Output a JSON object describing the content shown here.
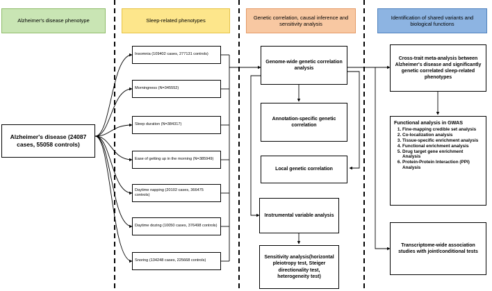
{
  "headers": {
    "col1": "Alzheimer's disease phenotype",
    "col2": "Sleep-related phenotypes",
    "col3": "Genetic correlation, causal inference and sensitivity analysis",
    "col4": "Identification of shared variants and biological functions"
  },
  "ad_box": "Alzheimer's disease (24087 cases, 55058 controls)",
  "phenotypes": [
    "Insomnia (109402 cases, 277131 controls)",
    "Morningness (N=345552)",
    "Sleep duration (N=384317)",
    "Ease of getting up in the morning (N=385949)",
    "Daytime napping (20102 cases, 366475 controls)",
    "Daytime dozing (10050 cases, 376498 controls)",
    "Snoring (134248 cases, 225668 controls)"
  ],
  "analysis": {
    "gwgc": "Genome-wide genetic correlation analysis",
    "annot": "Annotation-specific genetic correlation",
    "local": "Local genetic correlation",
    "iv": "Instrumental variable analysis",
    "sens": "Sensitivity analysis(horizontal pleiotropy test, Steiger directionality test, heterogeneity test)"
  },
  "shared": {
    "meta": "Cross-trait meta-analysis between Alzheimer's disease and significantly genetic correlated sleep-related phenotypes",
    "functional_title": "Functional analysis in GWAS",
    "functional_items": [
      "Fine-mapping credible set analysis",
      "Co-localization analysis",
      "Tissue-specific enrichment analysis",
      "Functional enrichment analysis",
      "Drug target gene enrichment Analysis",
      "Protein-Protein Interaction (PPI) Analysis"
    ],
    "twas": "Transcriptome-wide association studies with joint/conditional tests"
  },
  "colors": {
    "green_fill": "#c9e5b4",
    "green_border": "#8fbc6a",
    "yellow_fill": "#fde68b",
    "yellow_border": "#e6c244",
    "orange_fill": "#f8c8a2",
    "orange_border": "#e49a66",
    "blue_fill": "#8db4e2",
    "blue_border": "#4f81bd",
    "line": "#000000",
    "divider": "#000000"
  }
}
